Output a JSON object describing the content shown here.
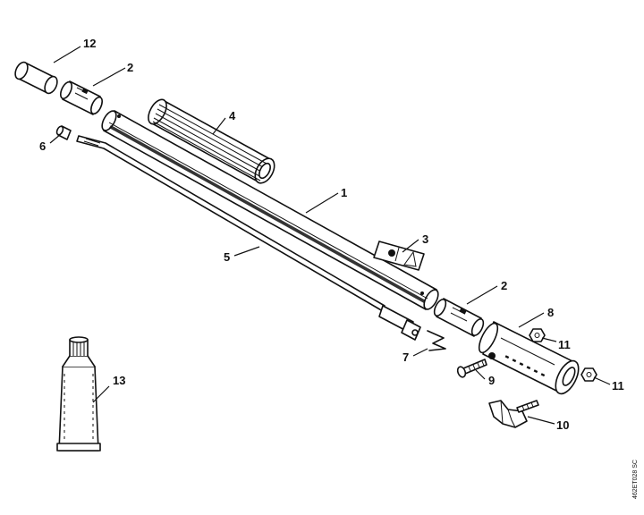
{
  "diagram": {
    "callouts": {
      "p1": "1",
      "p2a": "2",
      "p2b": "2",
      "p3": "3",
      "p4": "4",
      "p5": "5",
      "p6": "6",
      "p7": "7",
      "p8": "8",
      "p9": "9",
      "p10": "10",
      "p11a": "11",
      "p11b": "11",
      "p12": "12",
      "p13": "13"
    },
    "doc_ref": "462ET028 SC"
  }
}
